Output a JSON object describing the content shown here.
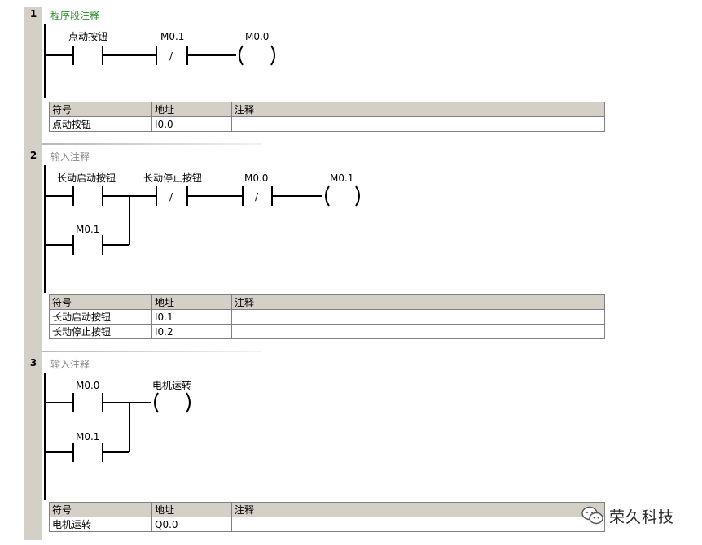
{
  "networks": [
    {
      "number": "1",
      "title": "程序段注释",
      "labels": {
        "start_btn": "点动按钮",
        "contact": "M0.1",
        "coil": "M0.0"
      },
      "slash": "/",
      "symbols": {
        "headers": [
          "符号",
          "地址",
          "注释"
        ],
        "rows": [
          [
            "点动按钮",
            "I0.0",
            ""
          ]
        ]
      }
    },
    {
      "number": "2",
      "title": "输入注释",
      "labels": {
        "start_btn": "长动启动按钮",
        "stop_btn": "长动停止按钮",
        "contact": "M0.0",
        "coil": "M0.1",
        "seal": "M0.1"
      },
      "slash": "/",
      "symbols": {
        "headers": [
          "符号",
          "地址",
          "注释"
        ],
        "rows": [
          [
            "长动启动按钮",
            "I0.1",
            ""
          ],
          [
            "长动停止按钮",
            "I0.2",
            ""
          ]
        ]
      }
    },
    {
      "number": "3",
      "title": "输入注释",
      "labels": {
        "contact_a": "M0.0",
        "contact_b": "M0.1",
        "coil": "电机运转"
      },
      "symbols": {
        "headers": [
          "符号",
          "地址",
          "注释"
        ],
        "rows": [
          [
            "电机运转",
            "Q0.0",
            ""
          ]
        ]
      }
    }
  ],
  "watermark": {
    "text": "荣久科技",
    "icon": "wechat-icon"
  }
}
